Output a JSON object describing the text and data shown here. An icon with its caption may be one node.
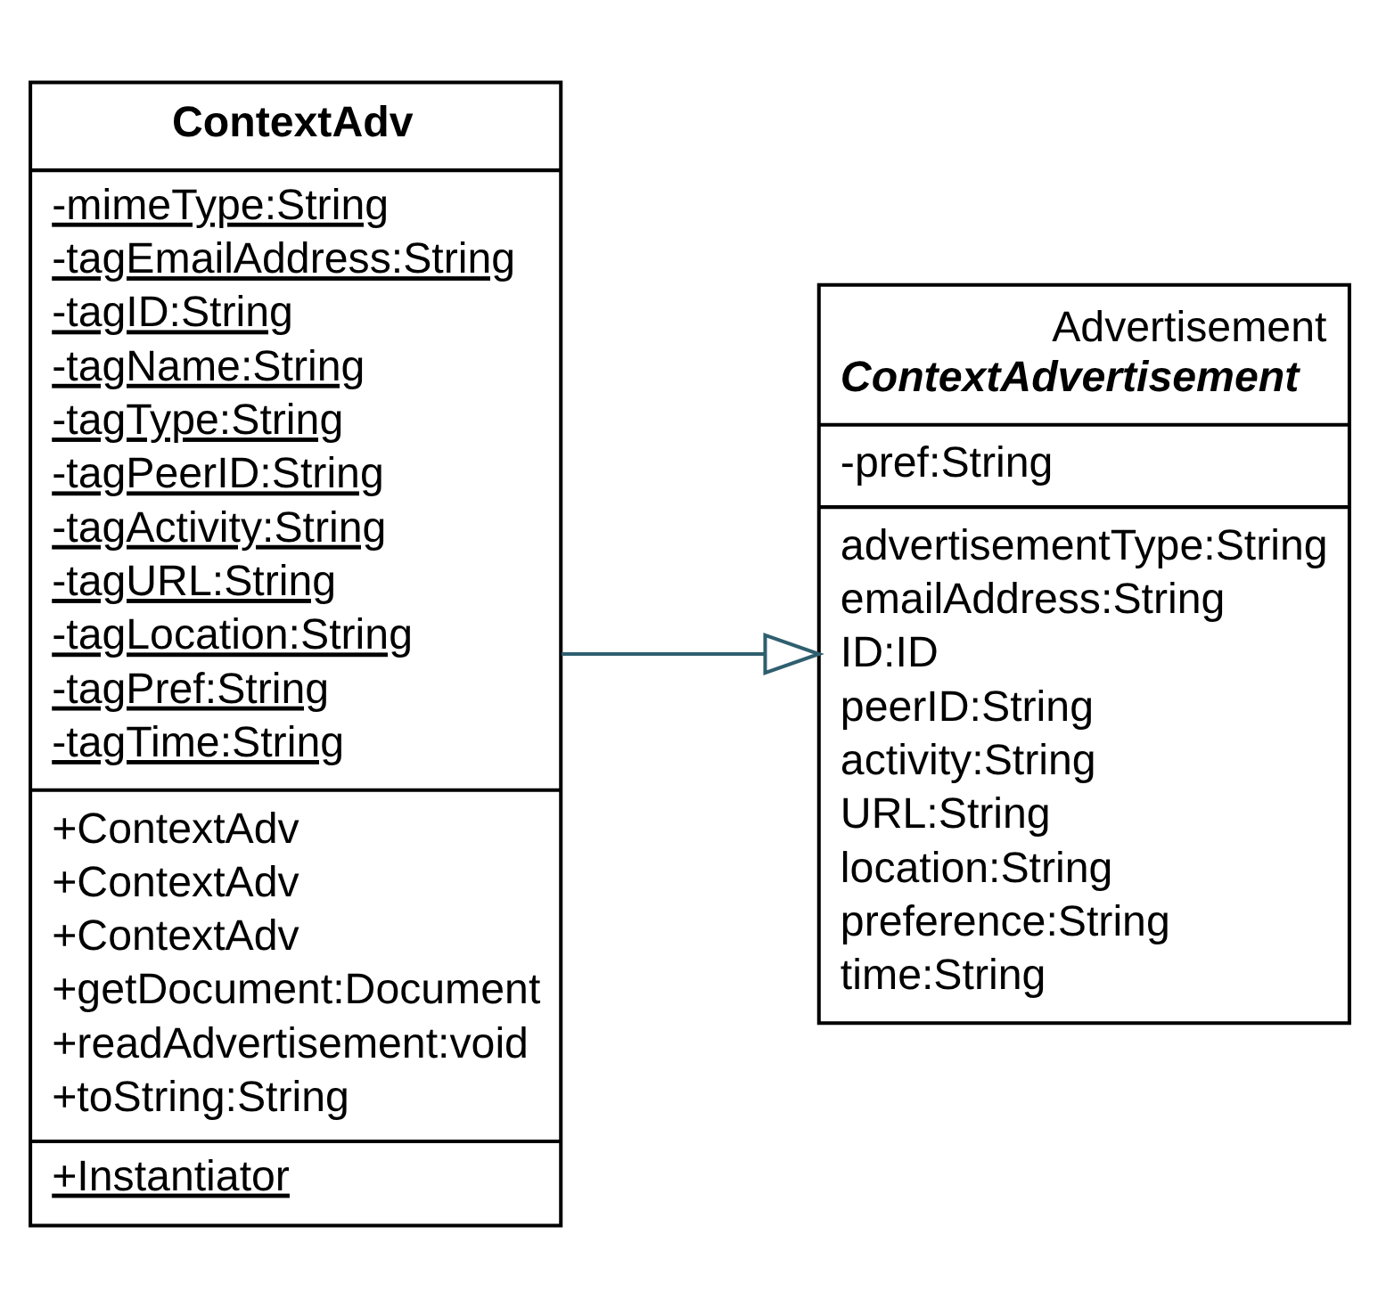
{
  "diagram": {
    "nodes": [
      {
        "text": [
          "ContextAdv",
          "-mimeType:String",
          "-tagEmailAddress:String",
          "-tagID:String",
          "-tagName:String",
          "-tagType:String",
          "-tagPeerID:String",
          "-tagActivity:String",
          "-tagURL:String",
          "-tagLocation:String",
          "-tagPref:String",
          "-tagTime:String",
          "+ContextAdv",
          "+ContextAdv",
          "+ContextAdv",
          "+getDocument:Document",
          "+readAdvertisement:void",
          "+toString:String",
          "+Instantiator"
        ]
      },
      {
        "text": [
          "Advertisement",
          "ContextAdvertisement",
          "-pref:String",
          "advertisementType:String",
          "emailAddress:String",
          "ID:ID",
          "peerID:String",
          "activity:String",
          "URL:String",
          "location:String",
          "preference:String",
          "time:String"
        ]
      }
    ],
    "edges": [
      {
        "from": 0,
        "to": 1,
        "arrow": "to"
      }
    ]
  }
}
